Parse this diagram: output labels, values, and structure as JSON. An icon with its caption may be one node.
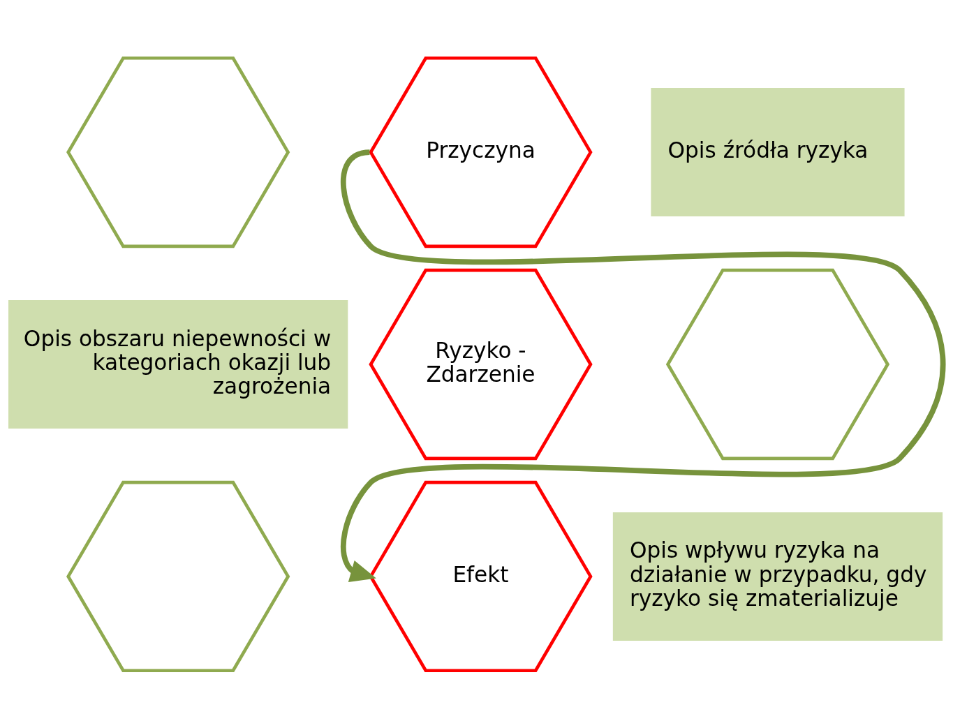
{
  "diagram": {
    "nodes": [
      {
        "text": [],
        "shape": "hexagon"
      },
      {
        "text": [
          "Przyczyna"
        ]
      },
      {
        "text": [
          "Opis źródła ryzyka"
        ]
      },
      {
        "text": [
          "Opis obszaru niepewności w kategoriach okazji lub zagrożenia"
        ]
      },
      {
        "text": [
          "Ryzyko - Zdarzenie"
        ]
      },
      {
        "text": [],
        "shape": "hexagon"
      },
      {
        "text": [],
        "shape": "hexagon"
      },
      {
        "text": [
          "Efekt"
        ]
      },
      {
        "text": [
          "Opis wpływu ryzyka na działanie w przypadku, gdy ryzyko się zmaterializuje"
        ]
      }
    ],
    "edges": [
      {
        "from": 1,
        "to": 7,
        "arrow": "to"
      }
    ]
  }
}
